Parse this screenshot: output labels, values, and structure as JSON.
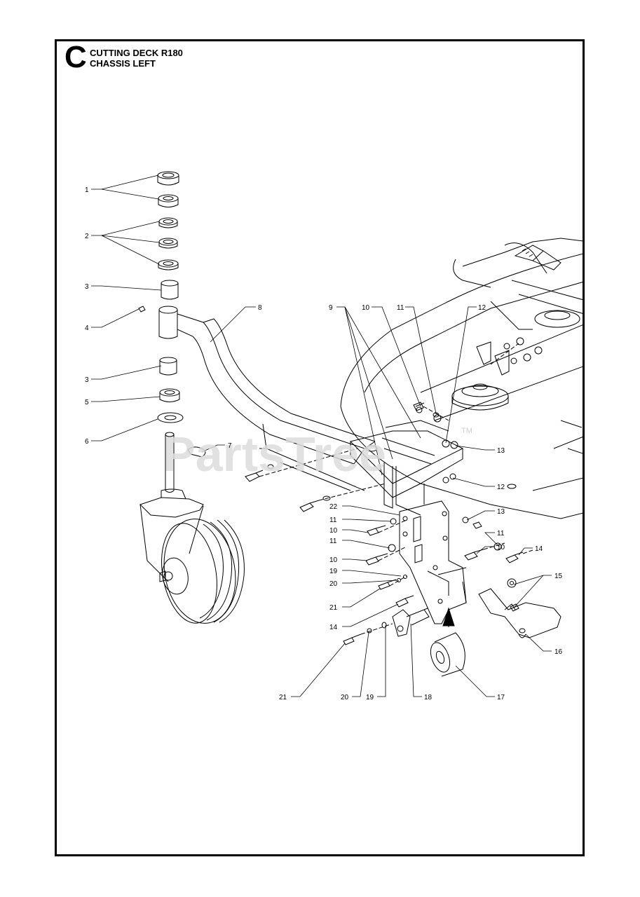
{
  "header": {
    "section_letter": "C",
    "title_line1": "CUTTING DECK R180",
    "title_line2": "CHASSIS LEFT"
  },
  "watermark": {
    "text": "PartsTree",
    "tm": "TM"
  },
  "callouts": {
    "c1": "1",
    "c2": "2",
    "c3a": "3",
    "c3b": "3",
    "c4": "4",
    "c5": "5",
    "c6": "6",
    "c7": "7",
    "c8": "8",
    "c9": "9",
    "c10a": "10",
    "c11a": "11",
    "c12a": "12",
    "c13a": "13",
    "c12b": "12",
    "c22": "22",
    "c11b": "11",
    "c10b": "10",
    "c13b": "13",
    "c11c": "11",
    "c11d": "11",
    "c10c": "10",
    "c14a": "14",
    "c10d": "10",
    "c15": "15",
    "c19a": "19",
    "c20a": "20",
    "c21a": "21",
    "c14b": "14",
    "c16": "16",
    "c21b": "21",
    "c20b": "20",
    "c19b": "19",
    "c18": "18",
    "c17": "17"
  }
}
